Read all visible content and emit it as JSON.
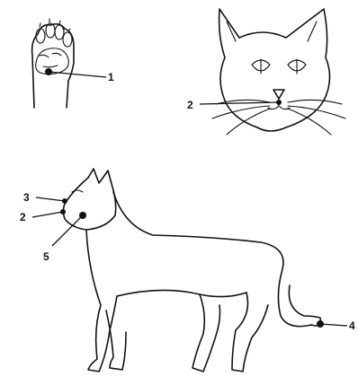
{
  "labels": {
    "paw_pad": "1",
    "face_lip": "2",
    "cat_lip": "2",
    "cat_nose": "3",
    "cat_tail_tip": "4",
    "cat_chin": "5"
  },
  "colors": {
    "ink": "#111111",
    "background": "#ffffff"
  }
}
